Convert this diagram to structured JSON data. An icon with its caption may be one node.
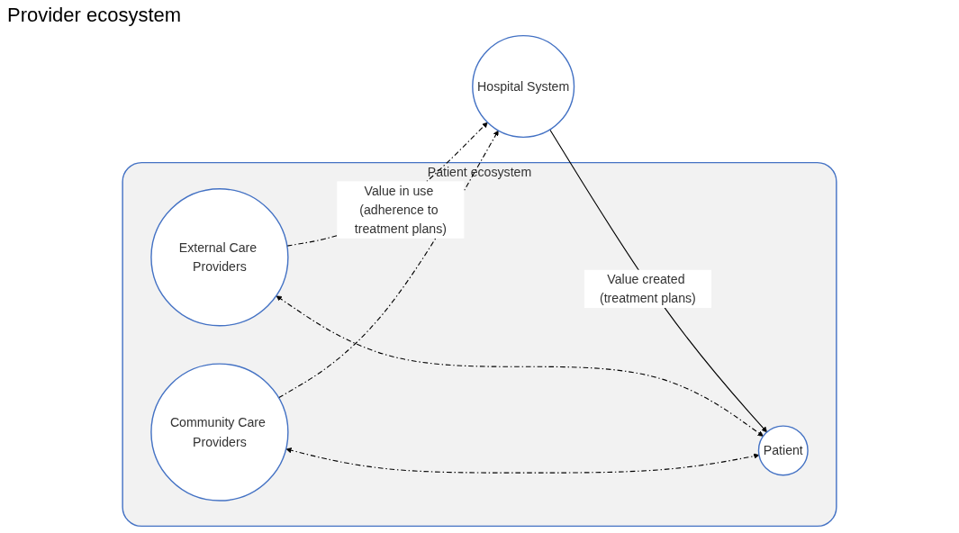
{
  "diagram": {
    "nodes": [
      {
        "text": [
          "Hospital System"
        ]
      },
      {
        "text": [
          "Patient ecosystem"
        ]
      },
      {
        "text": [
          "Patient"
        ],
        "in": 1
      },
      {
        "text": [
          "External Care Providers"
        ],
        "in": 1
      },
      {
        "text": [
          "Community Care Providers"
        ],
        "in": 1
      }
    ],
    "edges": [
      {
        "from": 0,
        "to": 2,
        "arrow": "to",
        "label": "Value created (treatment plans)"
      },
      {
        "from": 3,
        "to": 2,
        "arrow": "both",
        "style": "dashed"
      },
      {
        "from": 4,
        "to": 2,
        "arrow": "both",
        "style": "dashed"
      },
      {
        "from": 3,
        "to": 0,
        "arrow": "to",
        "style": "dashed",
        "label": "Value in use (adherence to treatment plans)"
      },
      {
        "from": 4,
        "to": 0,
        "arrow": "to",
        "style": "dashed"
      }
    ],
    "labels": [
      "Provider ecosystem"
    ]
  }
}
